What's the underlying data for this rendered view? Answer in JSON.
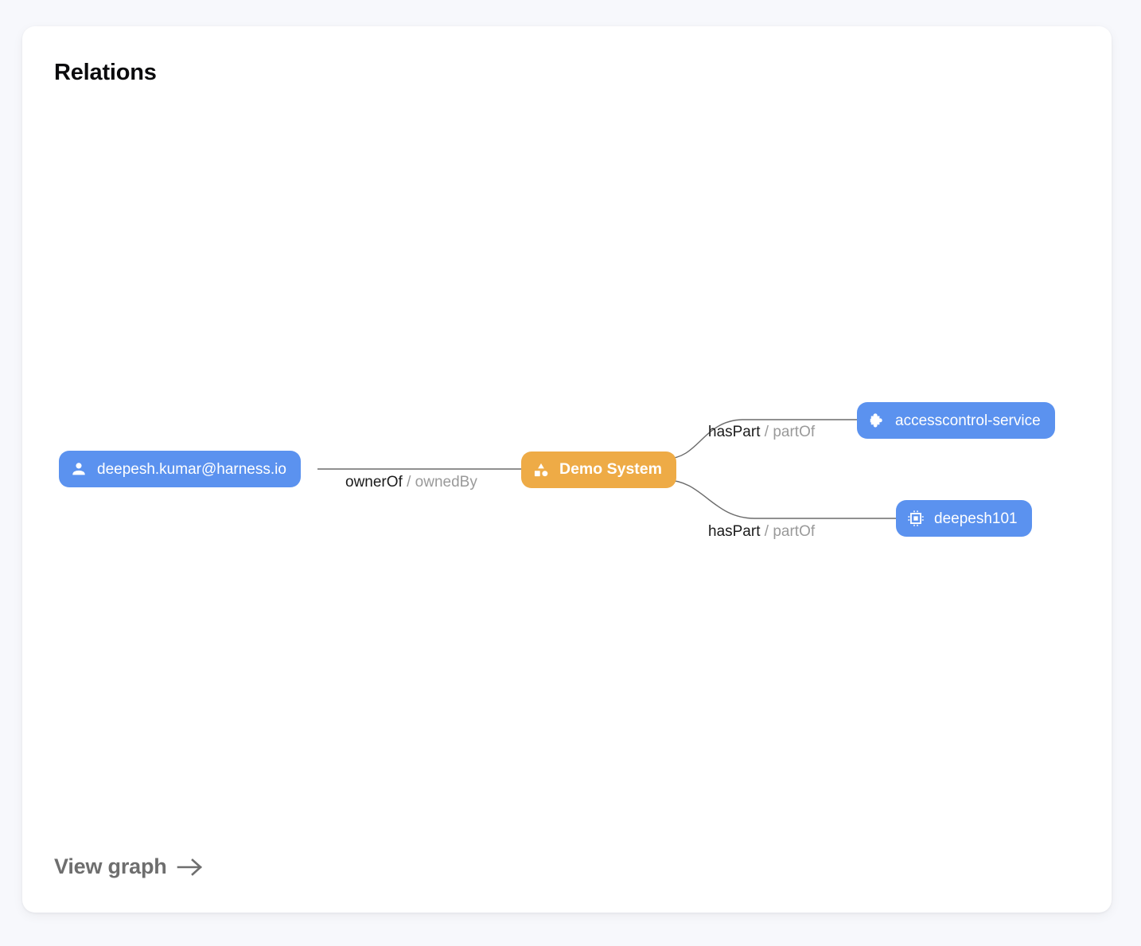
{
  "card": {
    "title": "Relations",
    "view_graph_label": "View graph",
    "view_graph_icon": "arrow-right-icon"
  },
  "colors": {
    "page_background": "#f7f8fc",
    "card_background": "#ffffff",
    "node_blue": "#5b92ef",
    "node_orange": "#eeab46",
    "edge_stroke": "#6b6b6b",
    "label_primary": "#1b1b1b",
    "label_secondary": "#9a9a9a",
    "title": "#0b0b0d",
    "link": "#6e6e6e"
  },
  "graph": {
    "nodes": [
      {
        "id": "user",
        "label": "deepesh.kumar@harness.io",
        "icon": "person-icon",
        "kind": "user",
        "color": "#5b92ef"
      },
      {
        "id": "system",
        "label": "Demo System",
        "icon": "category-icon",
        "kind": "system",
        "color": "#eeab46"
      },
      {
        "id": "accesscontrol",
        "label": "accesscontrol-service",
        "icon": "puzzle-piece-icon",
        "kind": "component",
        "color": "#5b92ef"
      },
      {
        "id": "deepesh101",
        "label": "deepesh101",
        "icon": "chip-icon",
        "kind": "resource",
        "color": "#5b92ef"
      }
    ],
    "edges": [
      {
        "id": "ownerof",
        "from": "user",
        "to": "system",
        "forward": "ownerOf",
        "separator": "/",
        "reverse": "ownedBy"
      },
      {
        "id": "haspart1",
        "from": "system",
        "to": "accesscontrol",
        "forward": "hasPart",
        "separator": "/",
        "reverse": "partOf"
      },
      {
        "id": "haspart2",
        "from": "system",
        "to": "deepesh101",
        "forward": "hasPart",
        "separator": "/",
        "reverse": "partOf"
      }
    ]
  }
}
